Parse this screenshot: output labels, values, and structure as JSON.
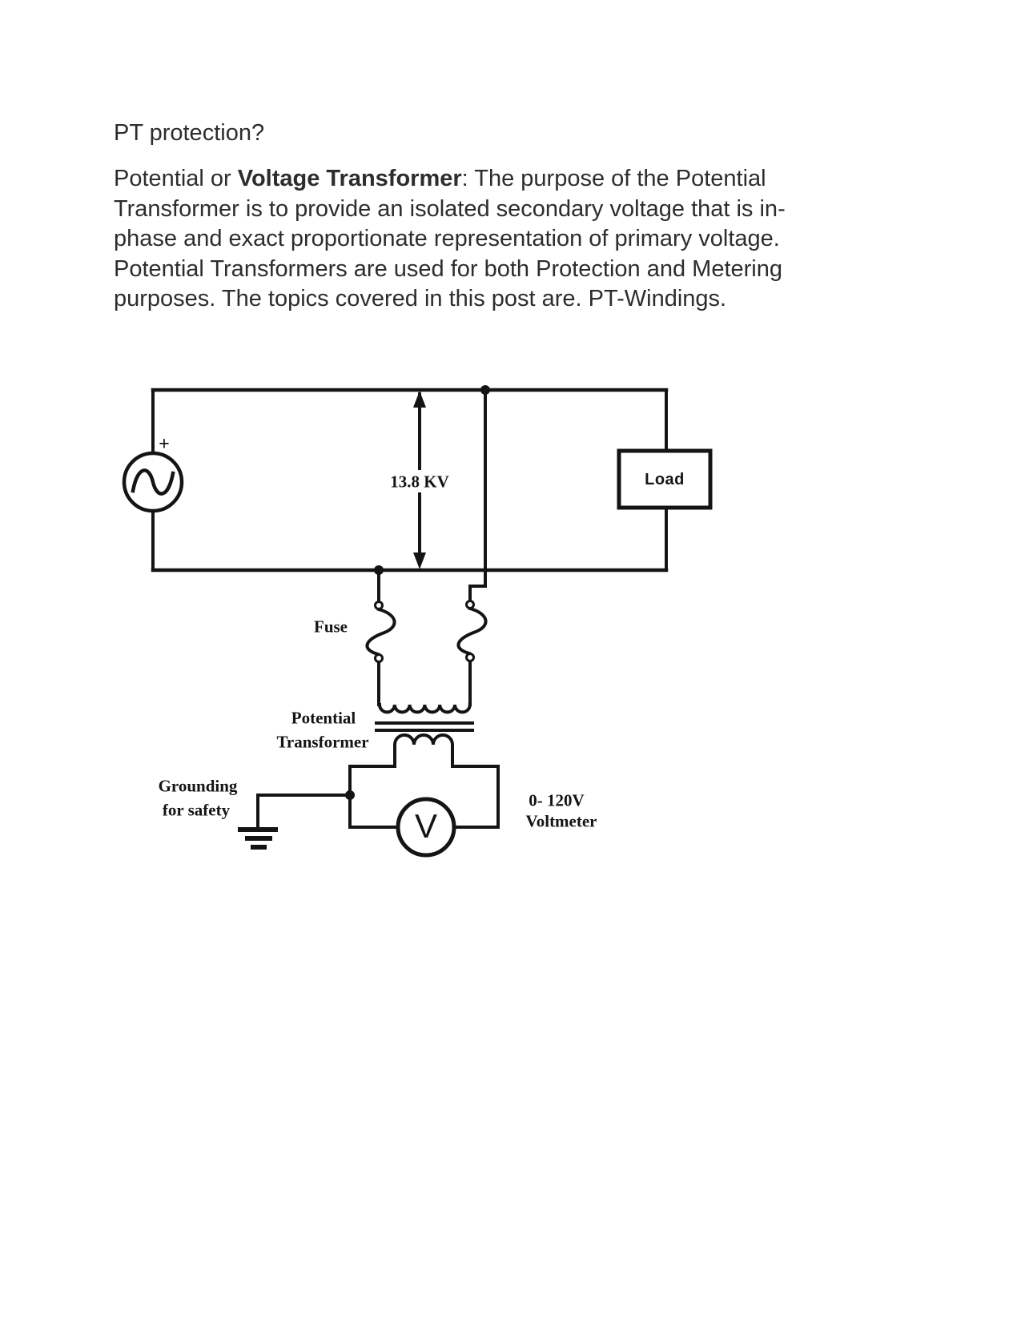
{
  "document": {
    "title": "PT protection?",
    "para_line1_pre": "Potential or ",
    "para_line1_bold": "Voltage Transformer",
    "para_line1_post": ": The purpose of the Potential",
    "para_lines": [
      "Transformer is to provide an isolated secondary voltage that is in-",
      "phase and exact proportionate representation of primary voltage.",
      "Potential Transformers are used for both Protection and Metering",
      "purposes. The topics covered in this post are. PT-Windings."
    ]
  },
  "diagram": {
    "labels": {
      "source_polarity": "+",
      "line_voltage": "13.8 KV",
      "load": "Load",
      "fuse": "Fuse",
      "transformer_line1": "Potential",
      "transformer_line2": "Transformer",
      "ground_line1": "Grounding",
      "ground_line2": "for safety",
      "meter_range": "0- 120V",
      "meter_name": "Voltmeter",
      "meter_symbol": "V"
    },
    "colors": {
      "stroke": "#141414",
      "text": "#141414",
      "background": "#ffffff"
    }
  }
}
